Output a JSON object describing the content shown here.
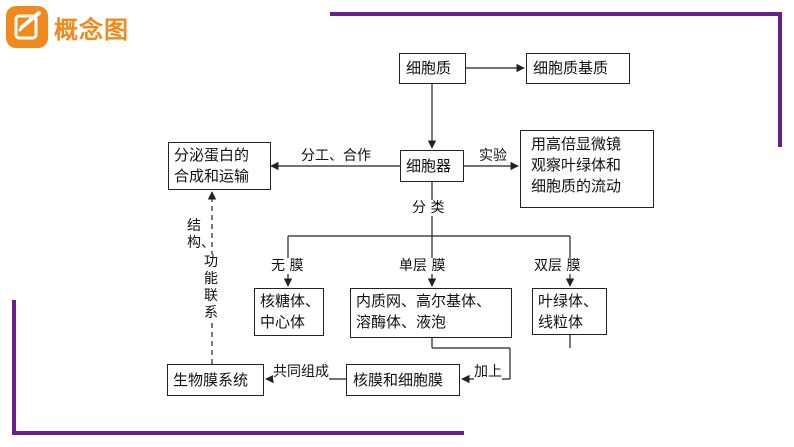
{
  "header": {
    "title": "概念图"
  },
  "nodes": {
    "cytoplasm": "细胞质",
    "cytoplasmic_matrix": "细胞质基质",
    "organelles": "细胞器",
    "secretory_protein": [
      "分泌蛋白的",
      "合成和运输"
    ],
    "experiment_result": [
      "用高倍显微镜",
      "观察叶绿体和",
      "细胞质的流动"
    ],
    "no_membrane": [
      "核糖体、",
      "中心体"
    ],
    "single_membrane": [
      "内质网、高尔基体、",
      "溶酶体、液泡"
    ],
    "double_membrane": [
      "叶绿体、",
      "线粒体"
    ],
    "nuclear_and_cell_membrane": "核膜和细胞膜",
    "biomembrane_system": "生物膜系统"
  },
  "edge_labels": {
    "division_cooperation": "分工、合作",
    "experiment": "实验",
    "classify": "分  类",
    "no_membrane": "无  膜",
    "single_layer": "单层  膜",
    "double_layer": "双层  膜",
    "add": "加上",
    "together_compose": "共同组成",
    "structure_function_link": [
      "结构、",
      "功能联系"
    ]
  },
  "colors": {
    "accent": "#f08a1c",
    "frame": "#6a1f8c"
  }
}
